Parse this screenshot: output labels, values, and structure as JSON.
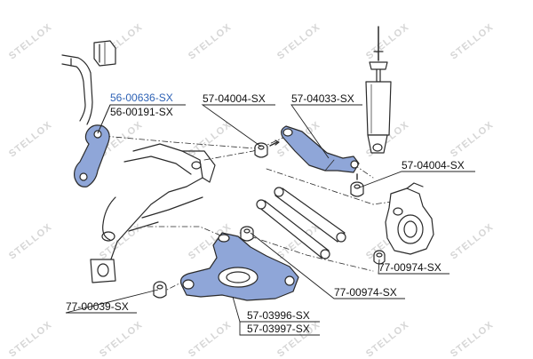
{
  "watermark": {
    "text": "STELLOX",
    "color": "#d6d6d6"
  },
  "colors": {
    "part_highlight": "#8fa6d8",
    "outline": "#2a2a2a",
    "leader": "#222222",
    "callout_blue": "#2e62b5",
    "callout_dark": "#111111"
  },
  "callouts": [
    {
      "id": "stab-link-bushing",
      "text": "56-00636-SX",
      "color": "#2e62b5"
    },
    {
      "id": "stab-link",
      "text": "56-00191-SX",
      "color": "#111111"
    },
    {
      "id": "bushing-upper-left",
      "text": "57-04004-SX",
      "color": "#111111"
    },
    {
      "id": "upper-arm",
      "text": "57-04033-SX",
      "color": "#111111"
    },
    {
      "id": "bushing-upper-right",
      "text": "57-04004-SX",
      "color": "#111111"
    },
    {
      "id": "knuckle-bushing",
      "text": "77-00974-SX",
      "color": "#111111"
    },
    {
      "id": "center-bushing",
      "text": "77-00974-SX",
      "color": "#111111"
    },
    {
      "id": "lower-bushing",
      "text": "77-00039-SX",
      "color": "#111111"
    },
    {
      "id": "lower-arm-left",
      "text": "57-03996-SX",
      "color": "#111111"
    },
    {
      "id": "lower-arm-right",
      "text": "57-03997-SX",
      "color": "#111111"
    }
  ]
}
